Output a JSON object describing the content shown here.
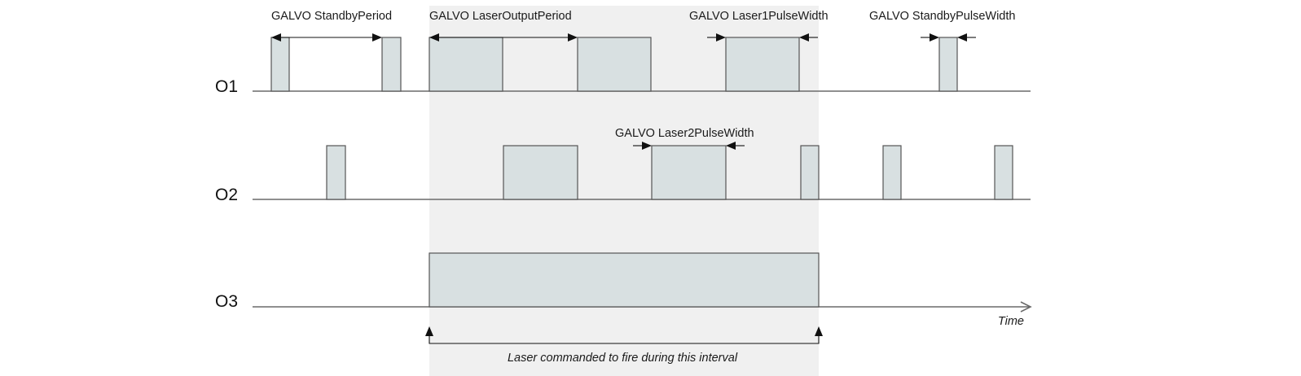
{
  "colors": {
    "interval_shading": "#f0f0f0",
    "pulse_fill": "#d8e0e1",
    "pulse_stroke": "#555555",
    "baseline": "#6a6a6a"
  },
  "signals": {
    "o1": "O1",
    "o2": "O2",
    "o3": "O3"
  },
  "annotations": {
    "standby_period": "GALVO StandbyPeriod",
    "laser_output_period": "GALVO LaserOutputPeriod",
    "laser1_pulse_width": "GALVO Laser1PulseWidth",
    "standby_pulse_width": "GALVO StandbyPulseWidth",
    "laser2_pulse_width": "GALVO Laser2PulseWidth"
  },
  "axis": {
    "time_label": "Time"
  },
  "interval": {
    "caption": "Laser commanded to fire during this interval"
  }
}
